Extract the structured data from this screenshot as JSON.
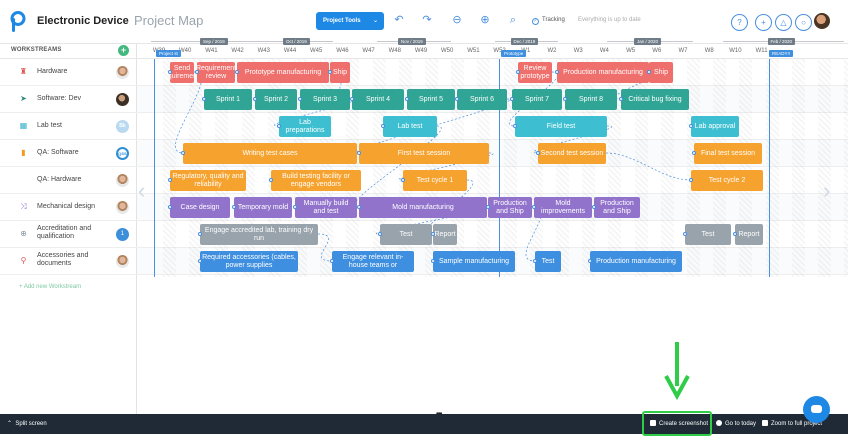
{
  "header": {
    "app_title": "Electronic Device",
    "project_title": "Project Map",
    "tools_label": "Project Tools",
    "tracking_label": "Tracking",
    "tracking_note": "Everything is up to date"
  },
  "sidebar": {
    "header_label": "WORKSTREAMS",
    "add_label": "+ Add new Workstream",
    "workstreams": [
      {
        "name": "Hardware",
        "icon": "chip-icon",
        "color": "#e05555"
      },
      {
        "name": "Software: Dev",
        "icon": "paper-plane-icon",
        "color": "#2e8b7a"
      },
      {
        "name": "Lab test",
        "icon": "calendar-icon",
        "color": "#34b3c9"
      },
      {
        "name": "QA: Software",
        "icon": "document-icon",
        "color": "#f39a1f"
      },
      {
        "name": "QA: Hardware",
        "icon": "",
        "color": "#f39a1f"
      },
      {
        "name": "Mechanical design",
        "icon": "shuffle-icon",
        "color": "#8c6cc8"
      },
      {
        "name": "Accreditation and qualification",
        "icon": "globe-icon",
        "color": "#8b97a0"
      },
      {
        "name": "Accessories and documents",
        "icon": "pin-icon",
        "color": "#e05555"
      }
    ],
    "avatar_initial": "Bk",
    "avatar_ring": "QSS",
    "avatar_count": "1"
  },
  "timeline": {
    "months": [
      "Sep / 2019",
      "Oct / 2019",
      "Nov / 2019",
      "Dec / 2019",
      "Jan / 2020",
      "Feb / 2020"
    ],
    "weeks": [
      "W39",
      "W40",
      "W41",
      "W42",
      "W43",
      "W44",
      "W45",
      "W46",
      "W47",
      "W48",
      "W49",
      "W50",
      "W51",
      "W52",
      "W1",
      "W2",
      "W3",
      "W4",
      "W5",
      "W6",
      "W7",
      "W8",
      "W10",
      "W11"
    ],
    "markers": [
      "Project st",
      "Prototype",
      "READY!!"
    ],
    "rows": [
      [
        "Send requirements",
        "Requirement review",
        "Prototype manufacturing",
        "Ship",
        "Review prototype",
        "Production manufacturing",
        "Ship"
      ],
      [
        "Sprint 1",
        "Sprint 2",
        "Sprint 3",
        "Sprint 4",
        "Sprint 5",
        "Sprint 6",
        "Sprint 7",
        "Sprint 8",
        "Critical bug fixing"
      ],
      [
        "Lab preparations",
        "Lab test",
        "Field test",
        "Lab approval"
      ],
      [
        "Writing test cases",
        "First test session",
        "Second test session",
        "Final test session"
      ],
      [
        "Regulatory, quality and reliability",
        "Build testing facility or engage vendors",
        "Test cycle 1",
        "Test cycle 2"
      ],
      [
        "Case design",
        "Temporary mold",
        "Manually build and test",
        "Mold manufacturing",
        "Production and Ship",
        "Mold improvements",
        "Production and Ship"
      ],
      [
        "Engage accredited lab, training dry run",
        "Test",
        "Report",
        "Test",
        "Report"
      ],
      [
        "Required accessories (cables, power supplies",
        "Engage relevant in-house teams or",
        "Sample manufacturing",
        "Test",
        "Production manufacturing"
      ]
    ]
  },
  "bottom": {
    "split_label": "Split screen",
    "screenshot_label": "Create screenshot",
    "today_label": "Go to today",
    "zoom_label": "Zoom to full project"
  }
}
